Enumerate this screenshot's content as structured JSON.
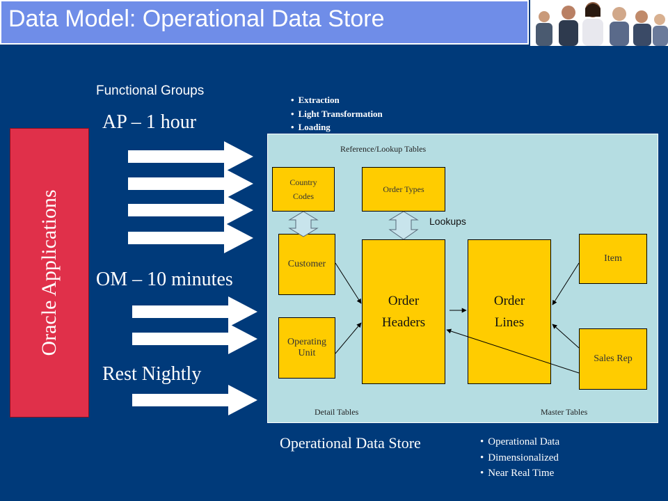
{
  "slide_title": "Data Model:  Operational Data Store",
  "side_label": "Oracle Applications",
  "functional_groups_label": "Functional Groups",
  "groups": [
    {
      "label": "AP – 1 hour"
    },
    {
      "label": "OM – 10 minutes"
    },
    {
      "label": "Rest Nightly"
    }
  ],
  "process_bullets": [
    "Extraction",
    "Light Transformation",
    "Loading"
  ],
  "ods": {
    "reference_label": "Reference/Lookup Tables",
    "lookups_label": "Lookups",
    "detail_label": "Detail Tables",
    "master_label": "Master Tables",
    "boxes": {
      "country_codes": "Country\nCodes",
      "order_types": "Order Types",
      "customer": "Customer",
      "operating_unit": "Operating\nUnit",
      "order_headers": "Order\nHeaders",
      "order_lines": "Order\nLines",
      "item": "Item",
      "sales_rep": "Sales Rep"
    }
  },
  "ods_label": "Operational Data Store",
  "ods_bullets": [
    "Operational Data",
    "Dimensionalized",
    "Near Real Time"
  ],
  "colors": {
    "background": "#003a7a",
    "title_bar": "#6f8de8",
    "side_box": "#e0304a",
    "ods_panel": "#b5dde2",
    "table_box": "#ffcc00"
  }
}
